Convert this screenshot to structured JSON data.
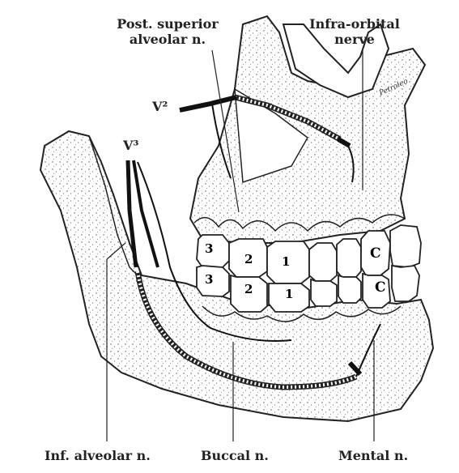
{
  "labels": {
    "post_superior_line1": "Post. superior",
    "post_superior_line2": "alveolar n.",
    "infra_orbital_line1": "Infra-orbital",
    "infra_orbital_line2": "nerve",
    "v2": "V²",
    "v3": "V³",
    "inf_alveolar": "Inf. alveolar n.",
    "buccal": "Buccal n.",
    "mental": "Mental n."
  },
  "teeth": {
    "upper": [
      "3",
      "2",
      "1",
      "C"
    ],
    "lower": [
      "3",
      "2",
      "1",
      "C"
    ]
  },
  "signature": "Petroleo",
  "colors": {
    "ink": "#222222",
    "paper": "#ffffff",
    "bone": "#fbfbfb"
  }
}
